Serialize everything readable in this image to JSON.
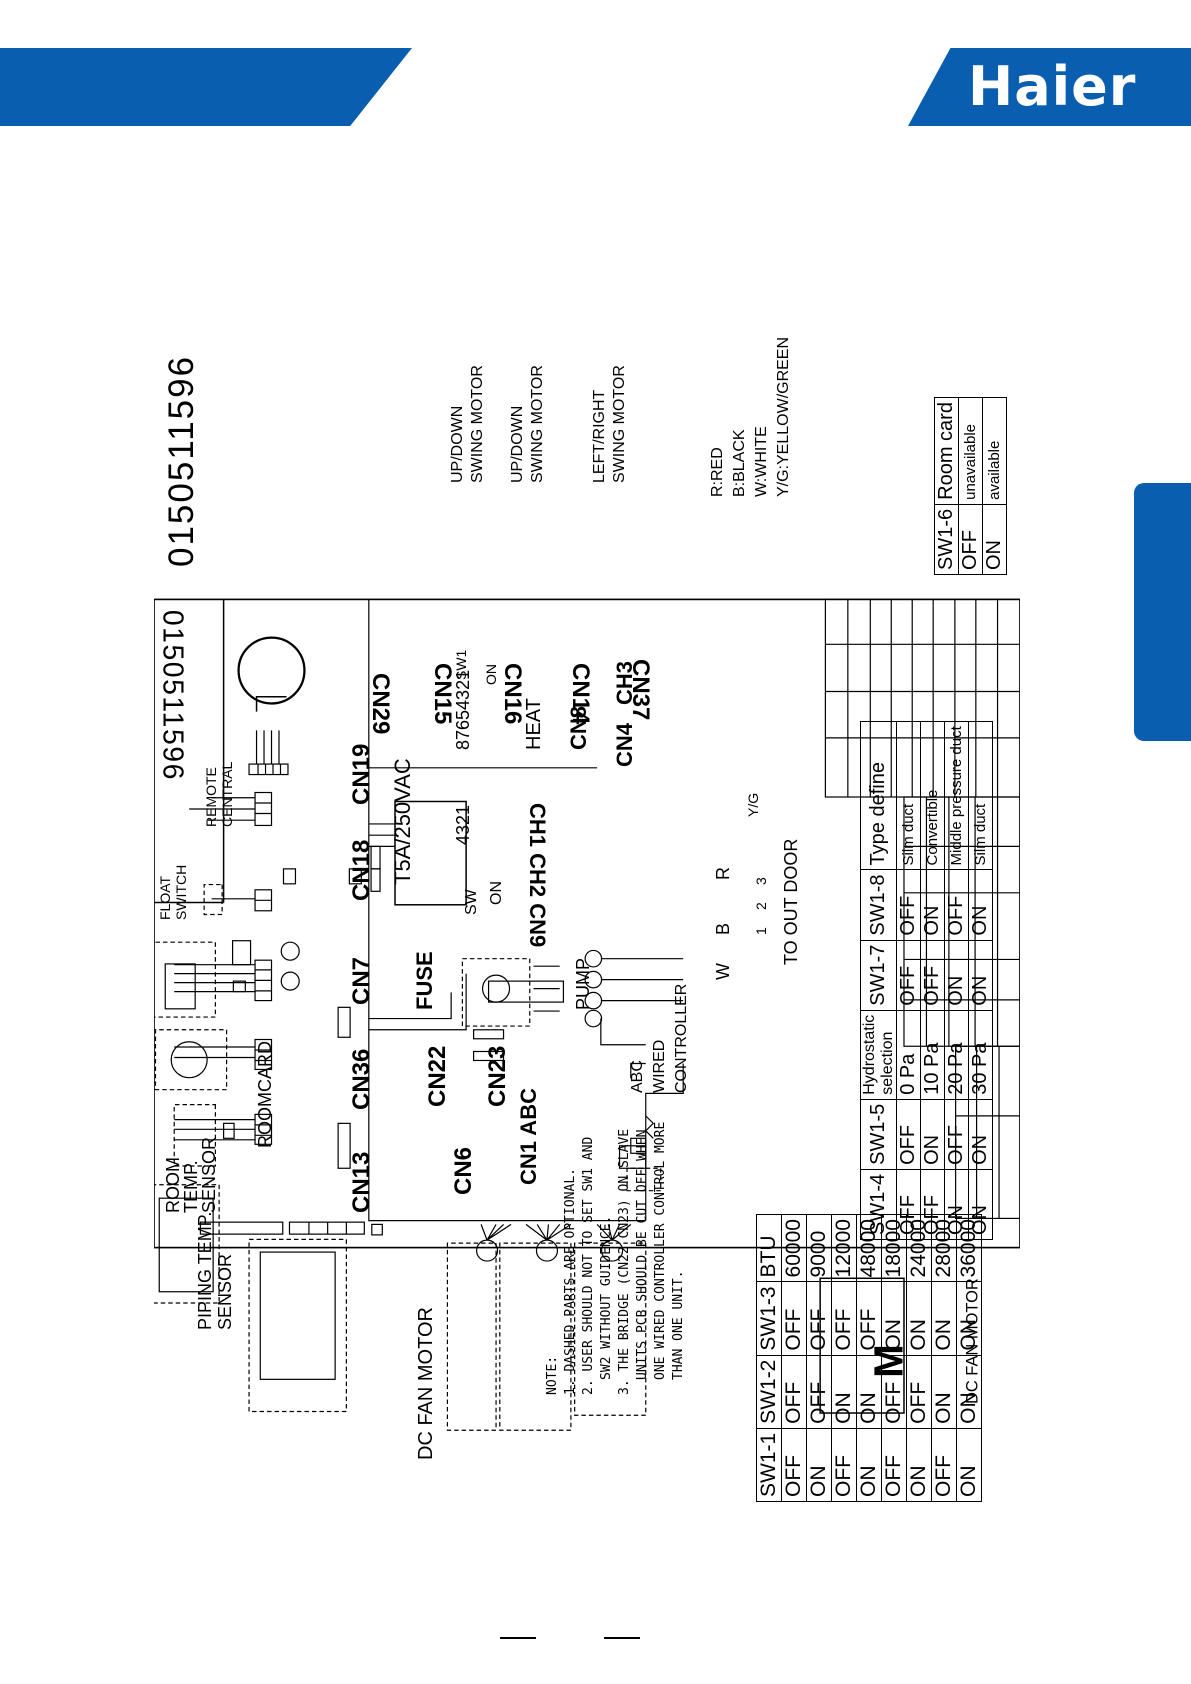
{
  "brand": {
    "logo_text": "Haier",
    "color": "#0a5eb0"
  },
  "diagram": {
    "doc_number": "0150511596",
    "fan_motor": "DC FAN MOTOR",
    "piping_sensor": [
      "PIPING TEMP.",
      "SENSOR"
    ],
    "room_sensor": [
      "ROOM",
      "TEMP.",
      "SENSOR"
    ],
    "roomcard": "ROOMCARD",
    "float_switch": [
      "FLOAT",
      "SWITCH"
    ],
    "remote_central": [
      "REMOTE",
      "CENTRAL"
    ],
    "fuse_rating": "T5A/250VAC",
    "fuse": "FUSE",
    "sw_label": "SW",
    "sw_on": "ON",
    "sw_digits": "4321",
    "sw1_digits": "87654321",
    "sw1_label": "SW1",
    "sw1_on": "ON",
    "heat": "HEAT",
    "cn8": "CN8",
    "cn4": "CN4",
    "ch3": "CH3",
    "cn1abc": "CN1 ABC",
    "ch_cn9": "CH1 CH2 CN9",
    "pump": "PUMP",
    "wired_controller": [
      "ABC",
      "WIRED",
      "CONTROLLER"
    ],
    "to_outdoor": "TO OUT DOOR",
    "terminal_w": "W",
    "terminal_b": "B",
    "terminal_r": "R",
    "terminal_yg": "Y/G",
    "terminal_nums": [
      "1",
      "2",
      "3"
    ],
    "motor_m": "M",
    "swing_motor_1": [
      "UP/DOWN",
      "SWING MOTOR"
    ],
    "swing_motor_2": [
      "UP/DOWN",
      "SWING MOTOR"
    ],
    "swing_motor_3": [
      "LEFT/RIGHT",
      "SWING MOTOR"
    ],
    "connectors": [
      "CN13",
      "CN36",
      "CN7",
      "CN18",
      "CN19",
      "CN6",
      "CN22",
      "CN23",
      "CN29",
      "CN15",
      "CN16",
      "CN14",
      "CN37"
    ],
    "legend": [
      "R:RED",
      "B:BLACK",
      "W:WHITE",
      "Y/G:YELLOW/GREEN"
    ],
    "notes": [
      "NOTE:",
      "1. DASHED PARTS ARE OPTIONAL.",
      "2. USER SHOULD NOT TO SET SW1 AND",
      "SW2 WITHOUT GUIDENCE.",
      "3. THE BRIDGE (CN22 CN23) ON SLAVE",
      "UNITS PCB SHOULD BE CUT OFF WHEN",
      "ONE WIRED CONTROLLER CONTROL MORE",
      "THAN ONE UNIT."
    ],
    "btu_table": {
      "headers": [
        "SW1-1",
        "SW1-2",
        "SW1-3",
        "BTU"
      ],
      "rows": [
        [
          "OFF",
          "OFF",
          "OFF",
          "60000"
        ],
        [
          "ON",
          "OFF",
          "OFF",
          "9000"
        ],
        [
          "OFF",
          "ON",
          "OFF",
          "12000"
        ],
        [
          "ON",
          "ON",
          "OFF",
          "48000"
        ],
        [
          "OFF",
          "OFF",
          "ON",
          "18000"
        ],
        [
          "ON",
          "OFF",
          "ON",
          "24000"
        ],
        [
          "OFF",
          "ON",
          "ON",
          "28000"
        ],
        [
          "ON",
          "ON",
          "ON",
          "36000"
        ]
      ]
    },
    "hydro_table": {
      "headers": [
        "SW1-4",
        "SW1-5",
        "Hydrostatic selection",
        "SW1-7",
        "SW1-8",
        "Type define"
      ],
      "rows": [
        [
          "OFF",
          "OFF",
          "0 Pa",
          "OFF",
          "OFF",
          "Silm duct"
        ],
        [
          "OFF",
          "ON",
          "10 Pa",
          "OFF",
          "ON",
          "Convertible"
        ],
        [
          "ON",
          "OFF",
          "20 Pa",
          "ON",
          "OFF",
          "Middle pressure duct"
        ],
        [
          "ON",
          "ON",
          "30 Pa",
          "ON",
          "ON",
          "Silm duct"
        ]
      ]
    },
    "room_table": {
      "headers": [
        "SW1-6",
        "Room card"
      ],
      "rows": [
        [
          "OFF",
          "unavailable"
        ],
        [
          "ON",
          "available"
        ]
      ]
    }
  }
}
